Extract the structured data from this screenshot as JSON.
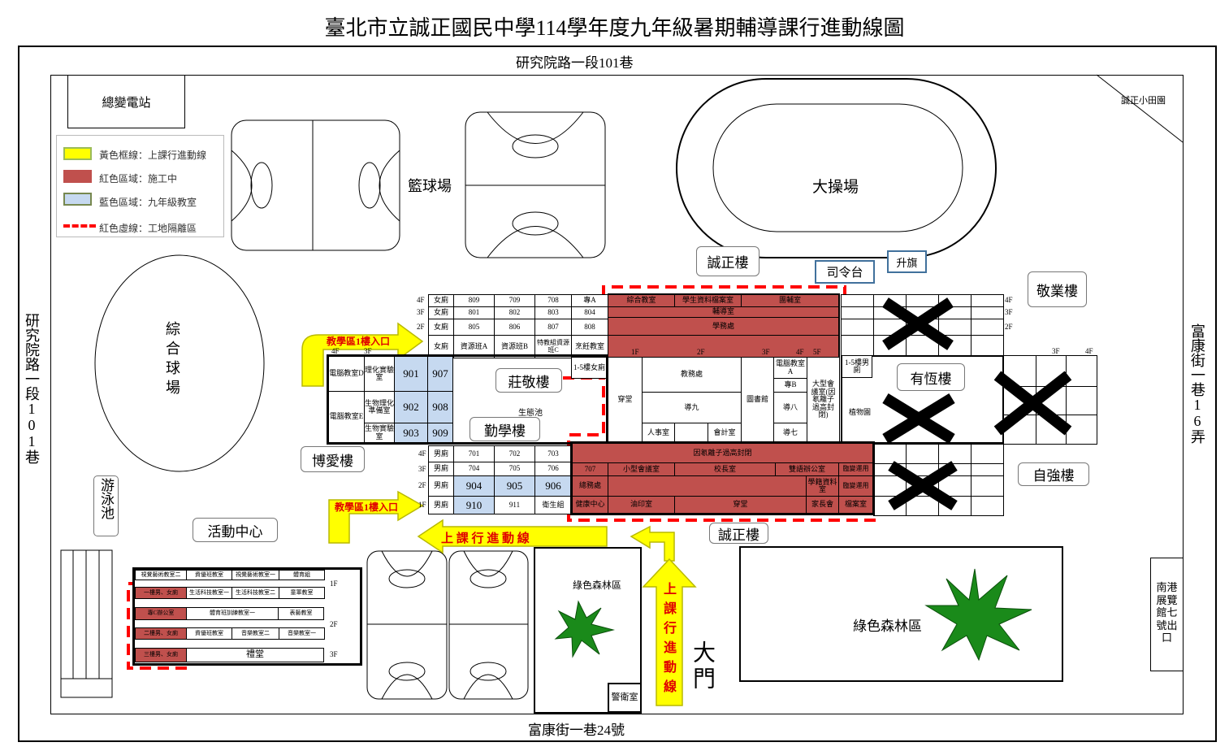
{
  "title": "臺北市立誠正國民中學114學年度九年級暑期輔導課行進動線圖",
  "roads": {
    "top": "研究院路一段101巷",
    "bottom": "富康街一巷24號",
    "left": "研究院路一段101巷",
    "right": "富康街一巷16弄"
  },
  "places": {
    "substation": "總變電站",
    "basketball": "籃球場",
    "track": "大操場",
    "garden": "誠正小田園",
    "ballfield": "綜合球場",
    "pool": "游泳池",
    "forest_small": "綠色森林區",
    "forest_big": "綠色森林區",
    "guard": "警衛室",
    "gate": "大門",
    "mrt_exit": "南港展覽館七號出口",
    "command": "司令台",
    "flag": "升旗",
    "ecopond": "生態池"
  },
  "legend": [
    {
      "label": "黃色框線：上課行進動線",
      "color": "#ffff00"
    },
    {
      "label": "紅色區域：施工中",
      "color": "#c0504d"
    },
    {
      "label": "藍色區域：九年級教室",
      "color": "#c6d9f0"
    },
    {
      "label": "紅色虛線：工地隔離區",
      "color": "#ff0000"
    }
  ],
  "callouts": {
    "chengzheng_top": "誠正樓",
    "jingye": "敬業樓",
    "youheng": "有恆樓",
    "zhuangjing": "莊敬樓",
    "qinxue": "勤學樓",
    "boai": "博愛樓",
    "ziqiang": "自強樓",
    "chengzheng_bottom": "誠正樓",
    "activity": "活動中心"
  },
  "arrows": {
    "entrance1": "教學區1樓入口",
    "entrance2": "教學區1樓入口",
    "route_h": "上 課 行 進 動 線",
    "route_v": "上課行進動線"
  },
  "floors": {
    "f4": "4F",
    "f3": "3F",
    "f2": "2F",
    "f1": "1F",
    "f5": "5F"
  },
  "north": [
    [
      "女廁",
      "809",
      "709",
      "708",
      "專A"
    ],
    [
      "女廁",
      "801",
      "802",
      "803",
      "804"
    ],
    [
      "女廁",
      "805",
      "806",
      "807",
      "808"
    ],
    [
      "女廁",
      "資源班A",
      "資源班B",
      "特教組資源班C",
      "烹飪教室"
    ]
  ],
  "north_wc": "1-5樓女廁",
  "west": {
    "d": "電腦教室D",
    "chem": "理化實驗室",
    "e": "電腦教室E",
    "prep": "生物理化準備室",
    "bio": "生物實驗室",
    "c901": "901",
    "c907": "907",
    "c902": "902",
    "c908": "908",
    "c903": "903",
    "c909": "909"
  },
  "cz_red": {
    "a": "綜合教室",
    "b": "學生資料檔案室",
    "c": "團輔室",
    "d": "輔導室",
    "e": "學務處"
  },
  "cz": {
    "hall": "穿堂",
    "acad": "教務處",
    "g9": "導九",
    "hr": "人事室",
    "acct": "會計室",
    "lib": "圖書館",
    "pca": "電腦教室A",
    "zb": "專B",
    "g8": "導八",
    "g7": "導七",
    "meeting": "大型會議室(因氡離子過高封閉)",
    "wc_m": "1-5樓男廁",
    "plants": "植物園"
  },
  "south": [
    [
      "男廁",
      "701",
      "702",
      "703"
    ],
    [
      "男廁",
      "704",
      "705",
      "706"
    ],
    [
      "男廁",
      "904",
      "905",
      "906"
    ],
    [
      "男廁",
      "910",
      "911",
      "衛生組"
    ]
  ],
  "south_red": {
    "closed": "因氡離子過高封閉",
    "r707": "707",
    "small": "小型會議室",
    "principal": "校長室",
    "bilingual": "雙語辦公室",
    "temp1": "臨變運用",
    "general": "總務處",
    "records": "學籍資料室",
    "temp2": "臨變運用",
    "health": "健康中心",
    "print": "油印室",
    "hall": "穿堂",
    "parents": "家長會",
    "archive": "檔案室"
  },
  "activity": {
    "r1": [
      "視覺藝術教室二",
      "資優班教室",
      "視覺藝術教室一",
      "體育組"
    ],
    "r2": [
      "一樓男、女廁",
      "生活科技教室一",
      "生活科技教室二",
      "童軍教室"
    ],
    "r3": [
      "專C辦公室",
      "體育班訓練教室一",
      "表藝教室"
    ],
    "r4": [
      "二樓男、女廁",
      "資優班教室",
      "音樂教室二",
      "音樂教室一"
    ],
    "r5": [
      "三樓男、女廁",
      "禮堂"
    ]
  }
}
